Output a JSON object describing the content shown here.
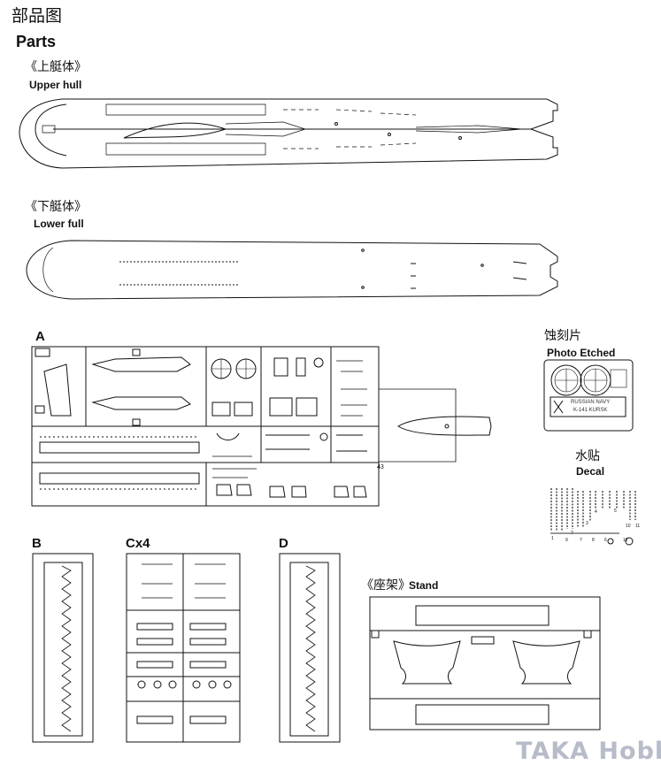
{
  "header": {
    "title_zh": "部品图",
    "title_en": "Parts"
  },
  "sections": {
    "upper_hull": {
      "zh": "《上艇体》",
      "en": "Upper hull"
    },
    "lower_hull": {
      "zh": "《下艇体》",
      "en": "Lower full"
    },
    "photo_etched": {
      "zh": "蚀刻片",
      "en": "Photo Etched"
    },
    "decal": {
      "zh": "水贴",
      "en": "Decal"
    },
    "stand": {
      "zh": "《座架》",
      "en": "Stand"
    }
  },
  "sprues": {
    "a": "A",
    "b": "B",
    "c": "Cx4",
    "d": "D"
  },
  "photo_etched_plate": {
    "line1": "RUSSIAN NAVY",
    "line2": "K-141 KURSK"
  },
  "decal_numbers": [
    "1",
    "2",
    "3",
    "4",
    "5",
    "6",
    "7",
    "8",
    "9",
    "10",
    "11",
    "12"
  ],
  "watermark": "TAKA Hobby",
  "colors": {
    "ink": "#111111",
    "watermark": "#b6bcc8",
    "paper": "#ffffff"
  }
}
